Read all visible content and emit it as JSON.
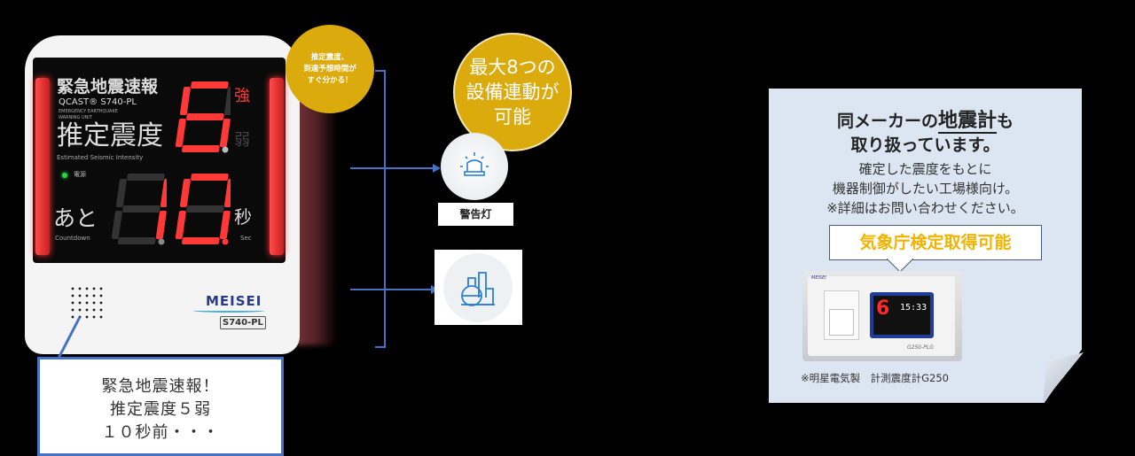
{
  "device": {
    "title_jp": "緊急地震速報",
    "model_line": "QCAST® S740-PL",
    "subtitle_en_1": "EMERGENCY EARTHQUAKE",
    "subtitle_en_2": "WARNING UNIT",
    "intensity_jp": "推定震度",
    "intensity_en": "Estimated Seismic Intensity",
    "power_label": "電源",
    "countdown_jp": "あと",
    "countdown_en": "Countdown",
    "strong_label": "強",
    "weak_label": "弱",
    "sec_jp": "秒",
    "sec_en": "Sec",
    "intensity_digit": "6",
    "countdown_digits": [
      "1",
      "0"
    ],
    "brand": "MEISEI",
    "model_badge": "S740-PL",
    "colors": {
      "lit": "#ff3838",
      "unlit": "#333333",
      "accent": "#4472c4",
      "badge": "#dbaa0c"
    }
  },
  "bubble_small": [
    "推定震度、",
    "到達予想時間が",
    "すぐ分かる！"
  ],
  "bubble_large": [
    "最大8つの",
    "設備連動が",
    "可能"
  ],
  "callout": [
    "緊急地震速報！",
    "推定震度５弱",
    "１０秒前・・・"
  ],
  "outputs": [
    {
      "icon": "warning-light-icon",
      "label": "警告灯"
    },
    {
      "icon": "factory-icon"
    }
  ],
  "note": {
    "heading_pre": "同メーカーの",
    "heading_em": "地震計",
    "heading_post": "も",
    "heading_2": "取り扱っています。",
    "body": [
      "確定した震度をもとに",
      "機器制御がしたい工場様向け。",
      "※詳細はお問い合わせください。"
    ],
    "certified": "気象庁検定取得可能",
    "product_screen_digit": "6",
    "product_screen_time": "15:33",
    "product_model": "G250-PLG",
    "caption": "※明星電気製　計測震度計G250"
  }
}
